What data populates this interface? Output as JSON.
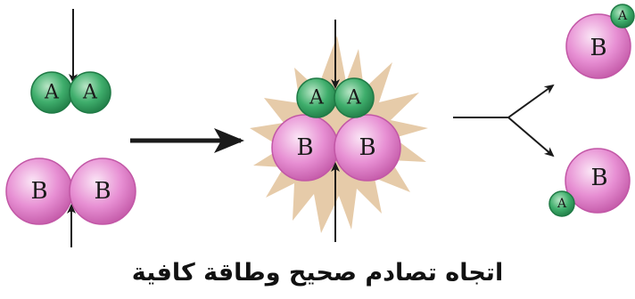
{
  "caption": "اتجاه تصادم صحيح وطاقة كافية",
  "atom_labels": {
    "a": "A",
    "b": "B"
  },
  "colors": {
    "a_atom": "#2e9a5a",
    "a_atom_light": "#a6dcb6",
    "b_atom": "#d36bb8",
    "b_atom_light": "#f6d2ee",
    "burst": "#e2c29a",
    "arrow": "#1a1a1a"
  }
}
